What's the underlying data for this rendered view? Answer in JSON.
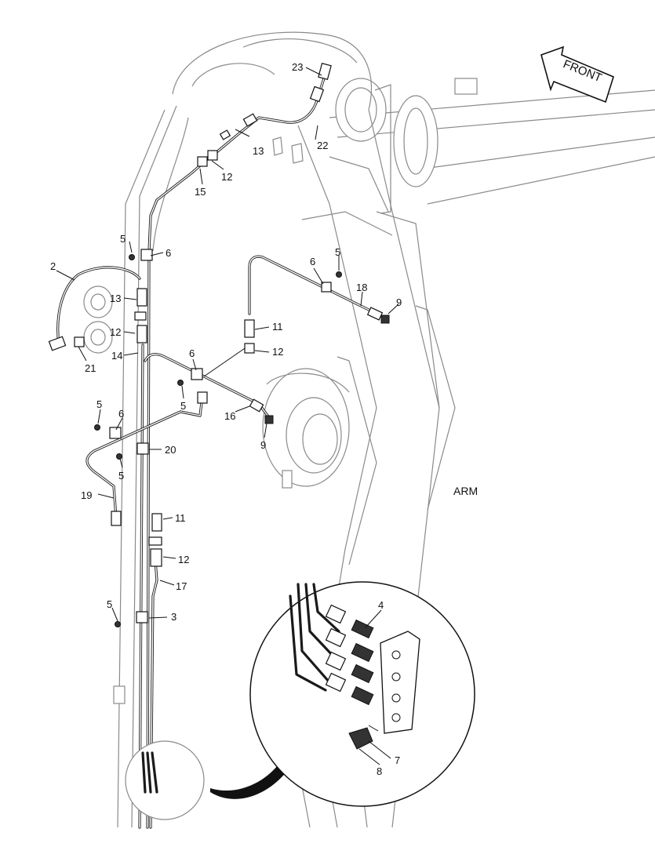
{
  "diagram": {
    "front_label": "FRONT",
    "arm_label": "ARM",
    "callouts": [
      {
        "text": "23"
      },
      {
        "text": "22"
      },
      {
        "text": "13"
      },
      {
        "text": "12"
      },
      {
        "text": "15"
      },
      {
        "text": "5"
      },
      {
        "text": "6"
      },
      {
        "text": "2"
      },
      {
        "text": "13"
      },
      {
        "text": "12"
      },
      {
        "text": "14"
      },
      {
        "text": "21"
      },
      {
        "text": "6"
      },
      {
        "text": "5"
      },
      {
        "text": "18"
      },
      {
        "text": "9"
      },
      {
        "text": "11"
      },
      {
        "text": "12"
      },
      {
        "text": "6"
      },
      {
        "text": "5"
      },
      {
        "text": "16"
      },
      {
        "text": "9"
      },
      {
        "text": "5"
      },
      {
        "text": "6"
      },
      {
        "text": "20"
      },
      {
        "text": "5"
      },
      {
        "text": "19"
      },
      {
        "text": "11"
      },
      {
        "text": "12"
      },
      {
        "text": "17"
      },
      {
        "text": "5"
      },
      {
        "text": "3"
      },
      {
        "text": "4"
      },
      {
        "text": "7"
      },
      {
        "text": "8"
      }
    ]
  }
}
